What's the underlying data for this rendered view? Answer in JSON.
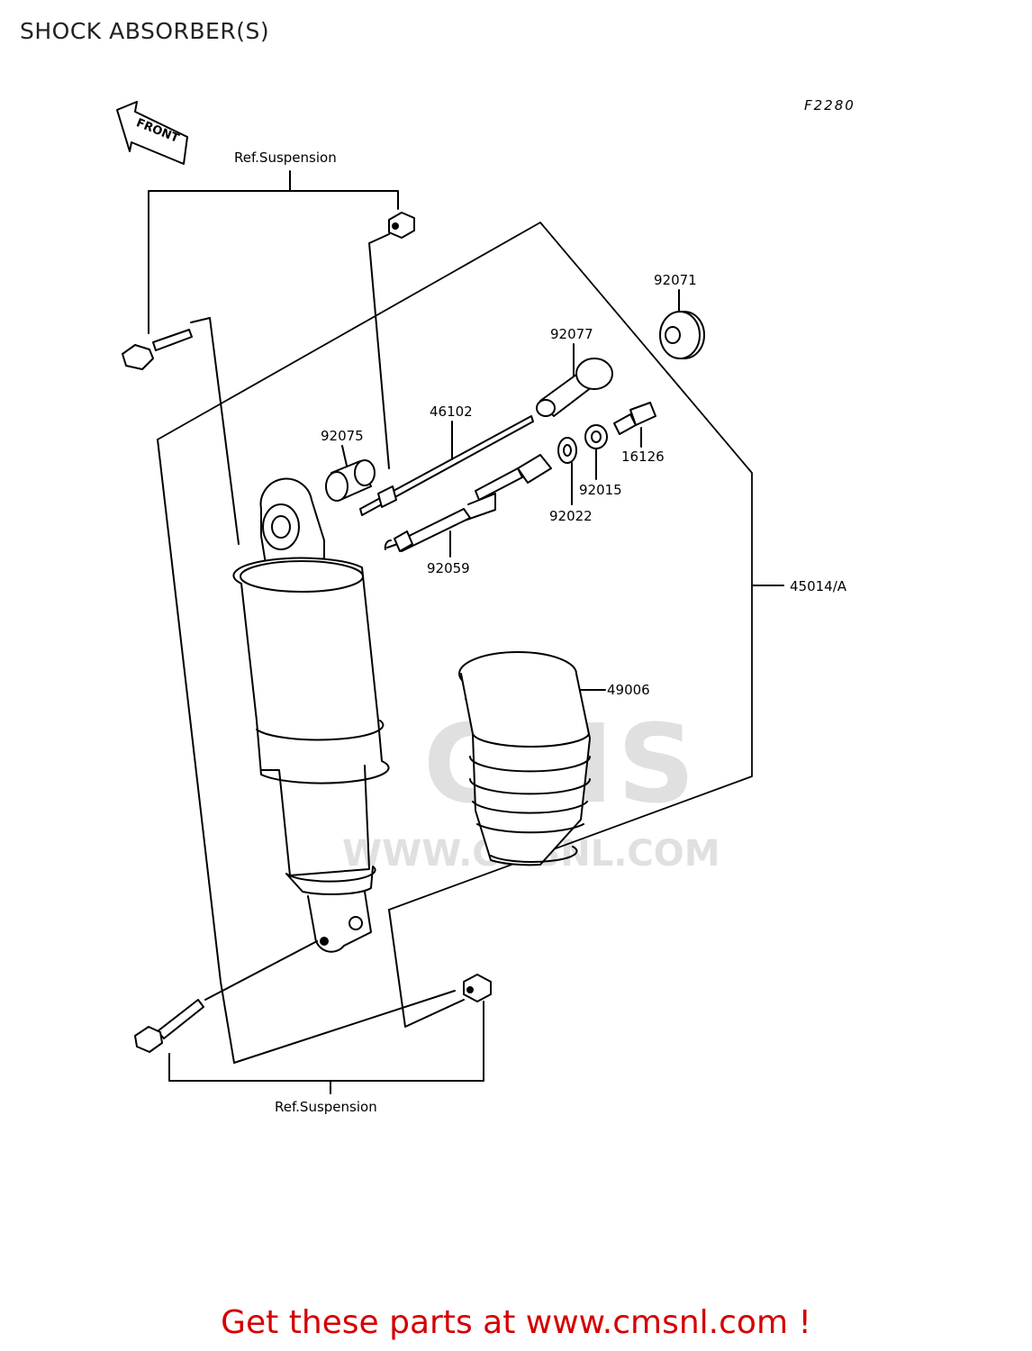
{
  "title": "SHOCK ABSORBER(S)",
  "figure_code": "F2280",
  "front_label": "FRONT",
  "watermark": {
    "brand": "CMS",
    "url": "WWW.CMSNL.COM"
  },
  "labels": {
    "ref_top": "Ref.Suspension",
    "ref_bottom": "Ref.Suspension",
    "p92071": "92071",
    "p92077": "92077",
    "p46102": "46102",
    "p92075": "92075",
    "p16126": "16126",
    "p92015": "92015",
    "p92022": "92022",
    "p92059": "92059",
    "p45014": "45014/A",
    "p49006": "49006"
  },
  "promo_text": "Get these parts at www.cmsnl.com !",
  "colors": {
    "line": "#000000",
    "promo": "#d40000",
    "watermark": "#e0e0e0"
  }
}
